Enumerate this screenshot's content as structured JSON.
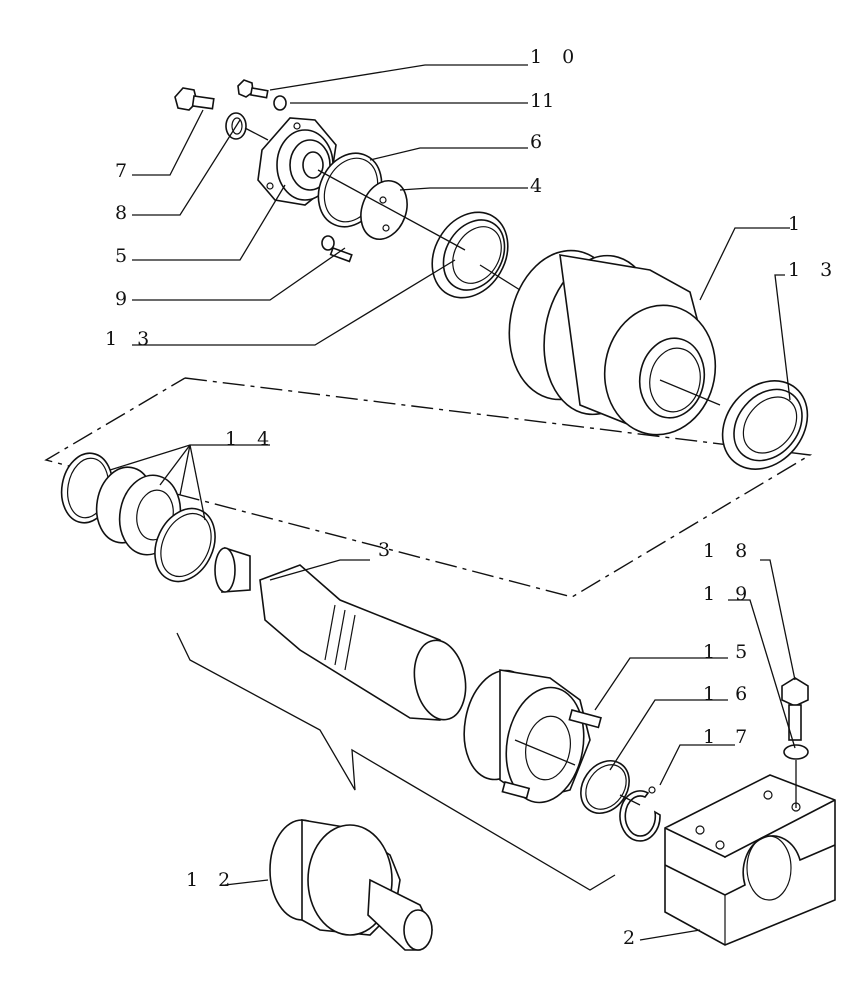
{
  "callouts": {
    "c1": "1",
    "c2": "2",
    "c3": "3",
    "c4": "4",
    "c5": "5",
    "c6": "6",
    "c7": "7",
    "c8": "8",
    "c9": "9",
    "c10": "1 0",
    "c11": "11",
    "c12": "1 2",
    "c13a": "1 3",
    "c13b": "1 3",
    "c14": "1 4",
    "c15": "1 5",
    "c16": "1 6",
    "c17": "1 7",
    "c18": "1 8",
    "c19": "1 9"
  }
}
